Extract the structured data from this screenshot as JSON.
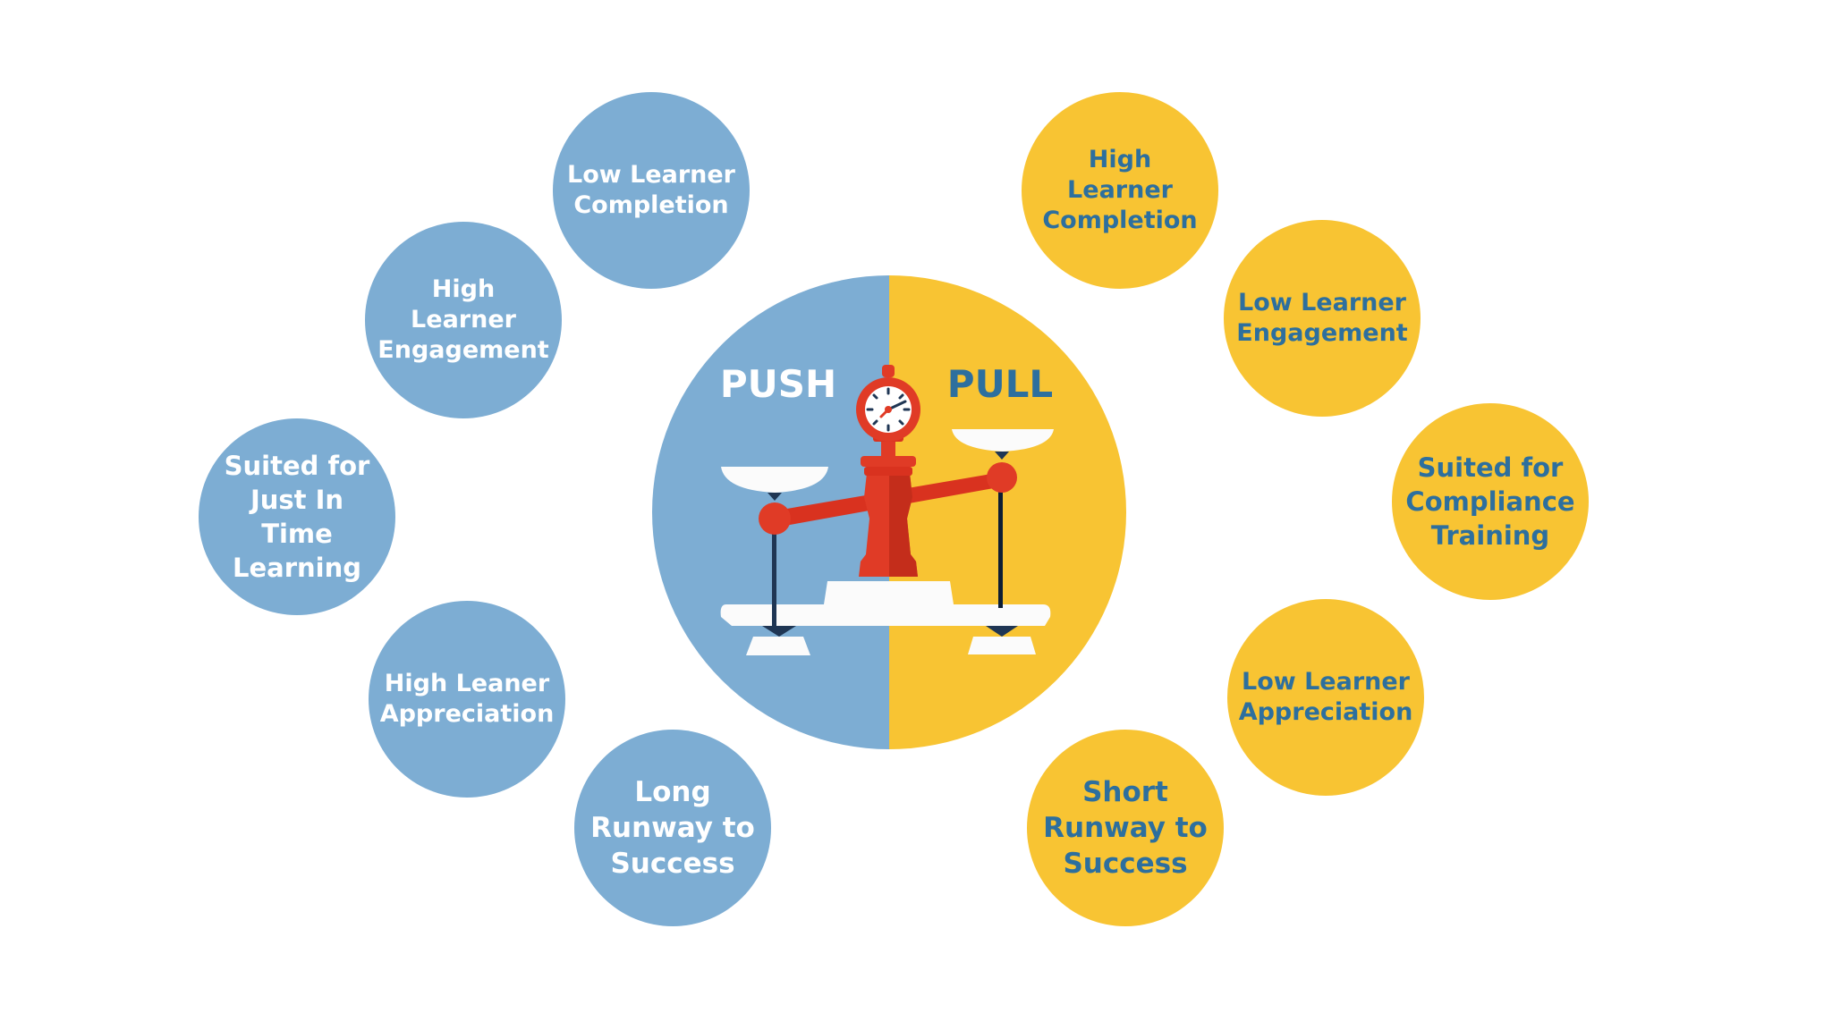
{
  "colors": {
    "push": "#7dadd3",
    "pull": "#f8c433",
    "pull_text": "#2d6f9e",
    "push_text": "#ffffff",
    "scale": "#e03b26"
  },
  "center": {
    "left_label": "PUSH",
    "right_label": "PULL"
  },
  "push_items": [
    {
      "text": "Low Learner\nCompletion"
    },
    {
      "text": "High Learner\nEngagement"
    },
    {
      "text": "Suited for\nJust In Time\nLearning"
    },
    {
      "text": "High Leaner\nAppreciation"
    },
    {
      "text": "Long\nRunway to\nSuccess"
    }
  ],
  "pull_items": [
    {
      "text": "High Learner\nCompletion"
    },
    {
      "text": "Low Learner\nEngagement"
    },
    {
      "text": "Suited for\nCompliance\nTraining"
    },
    {
      "text": "Low Learner\nAppreciation"
    },
    {
      "text": "Short\nRunway to\nSuccess"
    }
  ],
  "icons": {
    "center": "balance-scale-icon",
    "gauge": "gauge-dial-icon"
  }
}
